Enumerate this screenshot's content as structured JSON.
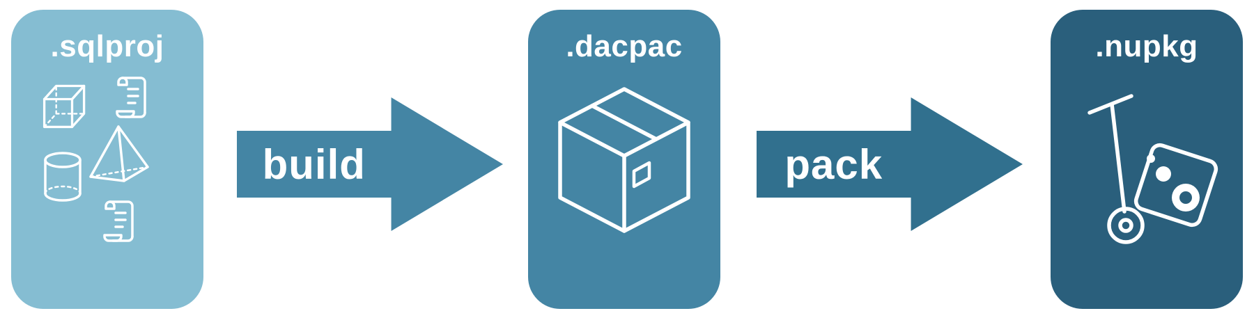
{
  "page": {
    "background_color": "#ffffff",
    "text_color": "#ffffff"
  },
  "diagram": {
    "nodes": [
      {
        "id": "sqlproj",
        "label": ".sqlproj",
        "color": "#85bdd2",
        "icons": [
          "cube-icon",
          "script-scroll-icon",
          "pyramid-icon",
          "database-cylinder-icon",
          "script-scroll-icon"
        ]
      },
      {
        "id": "dacpac",
        "label": ".dacpac",
        "color": "#4485a4",
        "icons": [
          "package-box-icon"
        ]
      },
      {
        "id": "nupkg",
        "label": ".nupkg",
        "color": "#2a5f7c",
        "icons": [
          "hand-truck-nuget-package-icon"
        ]
      }
    ],
    "arrows": [
      {
        "label": "build",
        "color": "#4485a4"
      },
      {
        "label": "pack",
        "color": "#31708e"
      }
    ]
  }
}
